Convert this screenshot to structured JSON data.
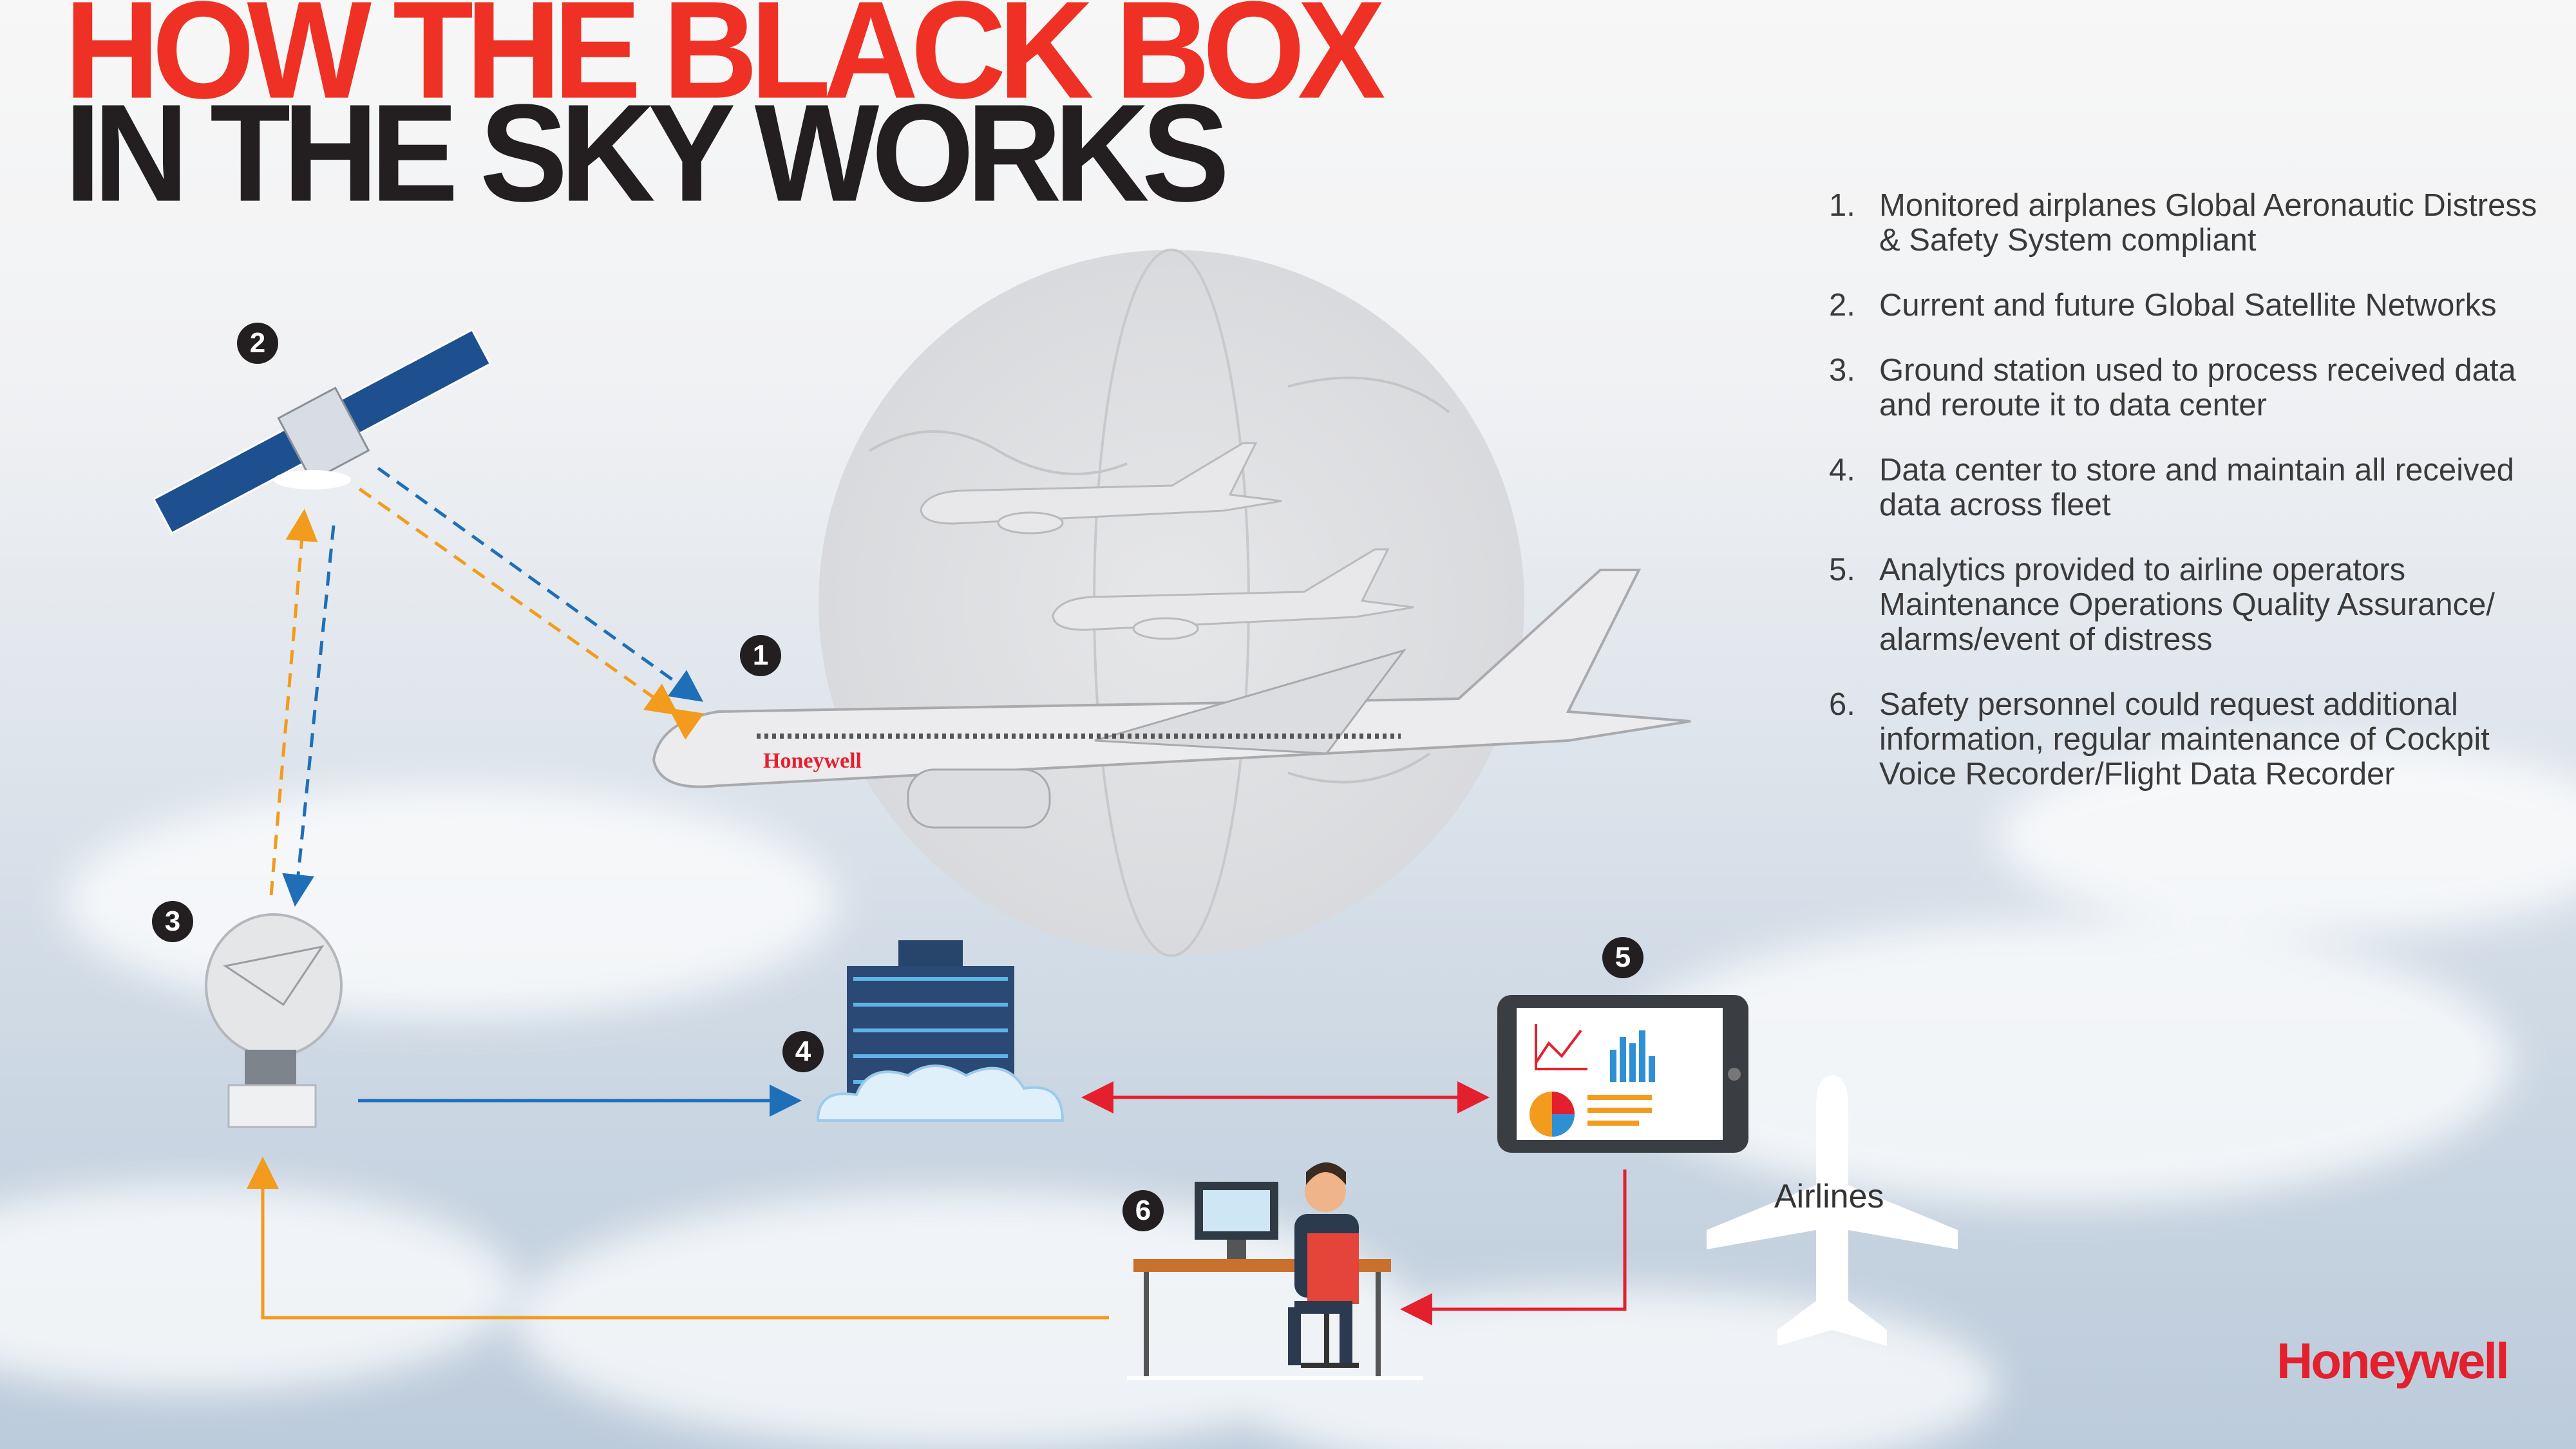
{
  "title": {
    "line1": "HOW THE BLACK BOX",
    "line2": "IN THE SKY WORKS"
  },
  "steps": [
    {
      "number": "1.",
      "text": "Monitored airplanes Global Aeronautic Distress & Safety System compliant"
    },
    {
      "number": "2.",
      "text": "Current and future Global Satellite Networks"
    },
    {
      "number": "3.",
      "text": "Ground station used to process received data and reroute it to data center"
    },
    {
      "number": "4.",
      "text": "Data center to store and maintain all received data across fleet"
    },
    {
      "number": "5.",
      "text": "Analytics provided to airline operators Maintenance Operations Quality  Assurance/ alarms/event of distress"
    },
    {
      "number": "6.",
      "text": "Safety personnel could request additional information, regular maintenance of Cockpit Voice Recorder/Flight Data Recorder"
    }
  ],
  "badges": [
    "1",
    "2",
    "3",
    "4",
    "5",
    "6"
  ],
  "airlines_label": "Airlines",
  "plane_livery": "Honeywell",
  "brand": "Honeywell",
  "colors": {
    "red": "#ee3124",
    "black": "#231f20",
    "blue": "#1f6fb8",
    "orange": "#f29b1d"
  }
}
